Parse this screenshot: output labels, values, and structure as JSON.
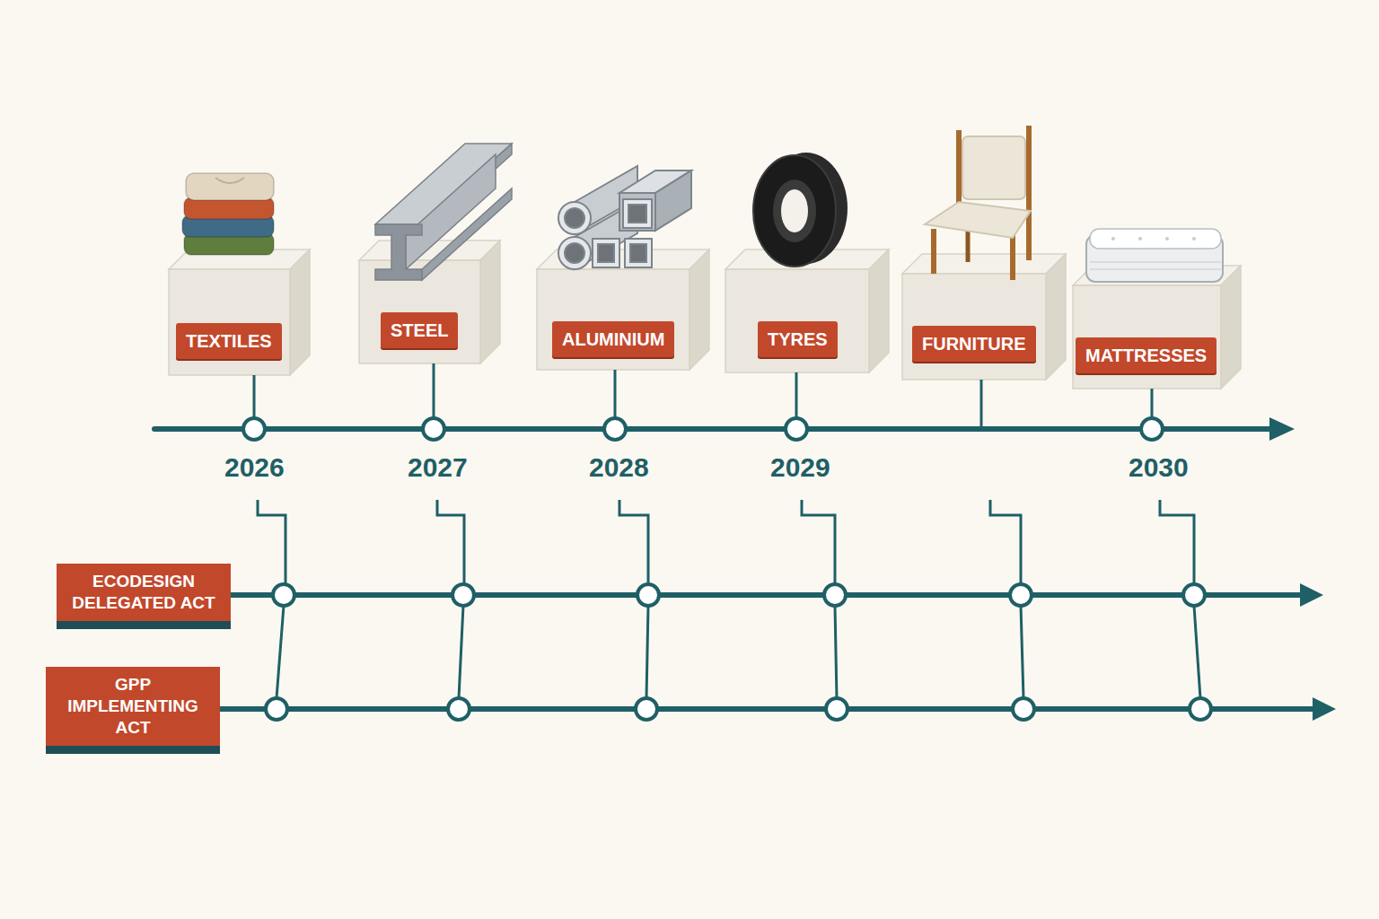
{
  "diagram": {
    "nodes": [
      {
        "text": [
          "TEXTILES"
        ]
      },
      {
        "text": [
          "STEEL"
        ]
      },
      {
        "text": [
          "ALUMINIUM"
        ]
      },
      {
        "text": [
          "TYRES"
        ]
      },
      {
        "text": [
          "FURNITURE"
        ]
      },
      {
        "text": [
          "MATTRESSES"
        ]
      },
      {
        "text": [
          "ECODESIGN DELEGATED ACT"
        ]
      },
      {
        "text": [
          "GPP IMPLEMENTING ACT"
        ]
      }
    ],
    "labels": [
      "2026",
      "2027",
      "2028",
      "2029",
      "2030"
    ]
  }
}
